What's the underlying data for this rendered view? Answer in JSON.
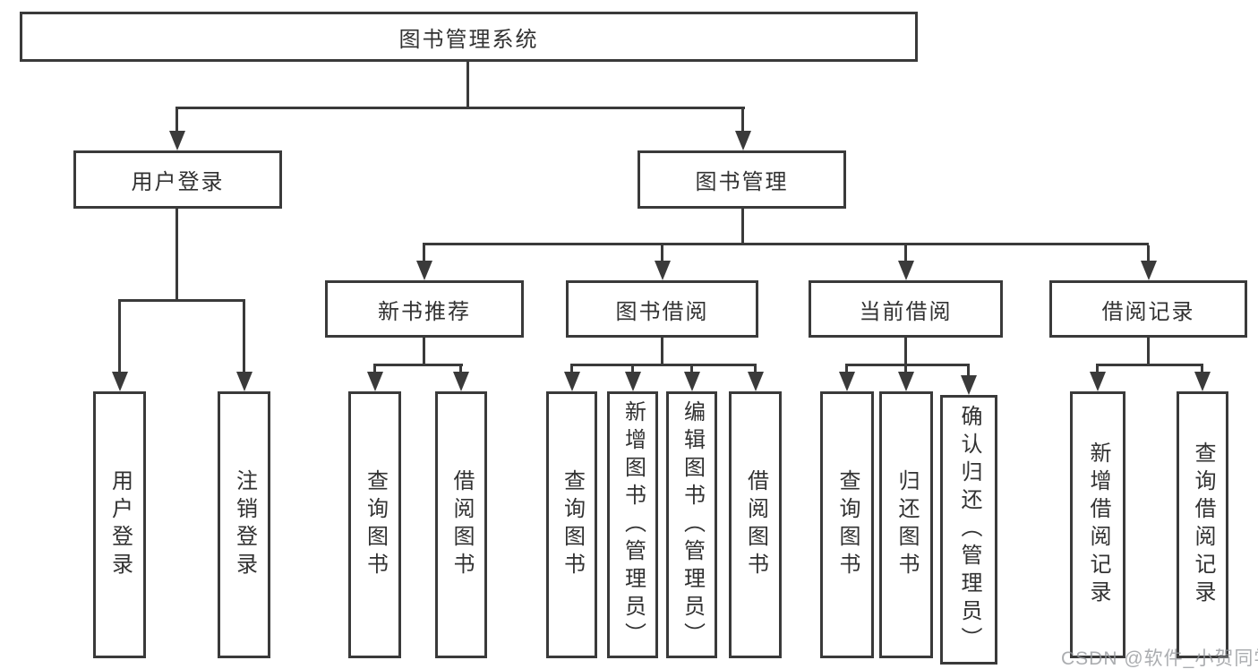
{
  "diagram": {
    "type": "hierarchy-tree",
    "colors": {
      "line": "#3a3a3a",
      "text": "#323232",
      "background": "#ffffff",
      "watermark": "#94969a"
    },
    "root": {
      "label": "图书管理系统",
      "children": [
        {
          "label": "用户登录",
          "children": [
            {
              "label": "用户登录"
            },
            {
              "label": "注销登录"
            }
          ]
        },
        {
          "label": "图书管理",
          "children": [
            {
              "label": "新书推荐",
              "children": [
                {
                  "label": "查询图书"
                },
                {
                  "label": "借阅图书"
                }
              ]
            },
            {
              "label": "图书借阅",
              "children": [
                {
                  "label": "查询图书"
                },
                {
                  "label": "新增图书（管理员）"
                },
                {
                  "label": "编辑图书（管理员）"
                },
                {
                  "label": "借阅图书"
                }
              ]
            },
            {
              "label": "当前借阅",
              "children": [
                {
                  "label": "查询图书"
                },
                {
                  "label": "归还图书"
                },
                {
                  "label": "确认归还（管理员）"
                }
              ]
            },
            {
              "label": "借阅记录",
              "children": [
                {
                  "label": "新增借阅记录"
                },
                {
                  "label": "查询借阅记录"
                }
              ]
            }
          ]
        }
      ]
    }
  },
  "watermark": {
    "text": "CSDN @软件_小贺同学"
  }
}
